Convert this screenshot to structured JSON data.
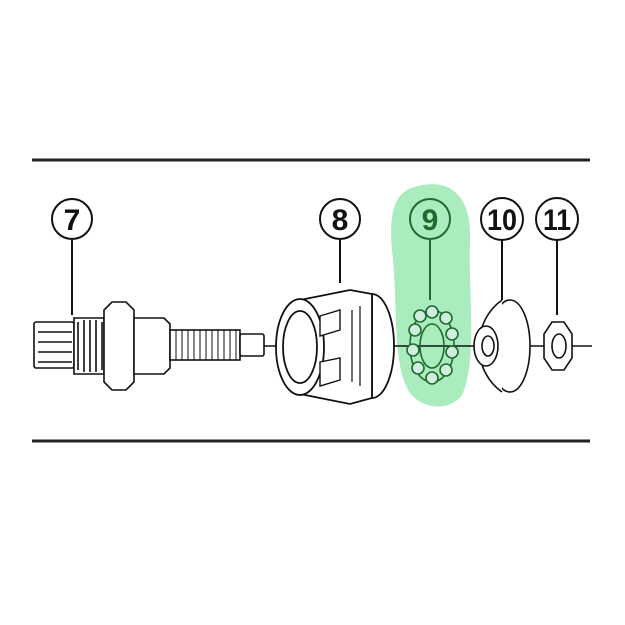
{
  "diagram": {
    "callouts": [
      {
        "label": "7",
        "part": "axle-shaft"
      },
      {
        "label": "8",
        "part": "driver-body"
      },
      {
        "label": "9",
        "part": "ball-retainer",
        "highlighted": true
      },
      {
        "label": "10",
        "part": "cone"
      },
      {
        "label": "11",
        "part": "lock-nut"
      }
    ],
    "colors": {
      "line": "#111111",
      "highlight": "#8fe6a8",
      "highlight_text": "#1f6b2e"
    }
  }
}
